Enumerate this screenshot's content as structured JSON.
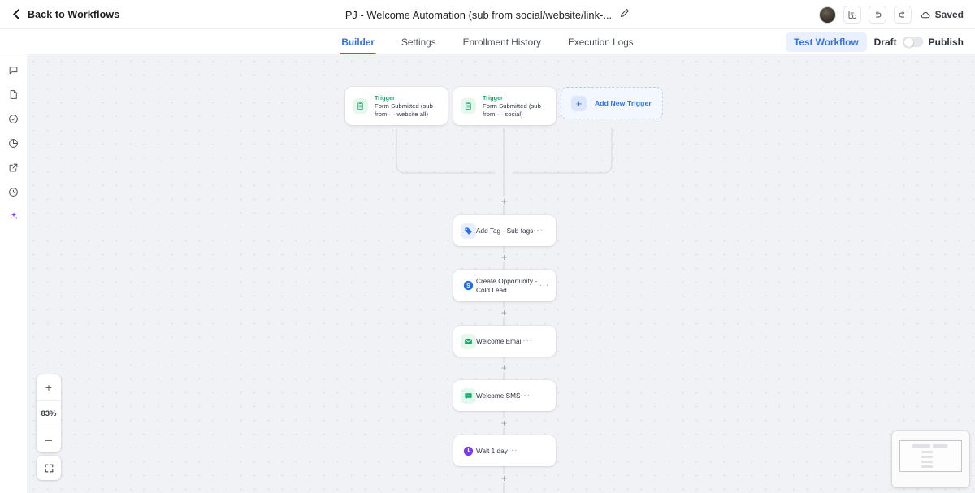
{
  "topbar": {
    "back_label": "Back to Workflows",
    "title": "PJ - Welcome Automation (sub from social/website/link-...",
    "edit_icon": "pencil-icon",
    "notes_icon": "document-notes-icon",
    "undo_icon": "undo-icon",
    "redo_icon": "redo-icon",
    "save_status": "Saved",
    "save_icon": "cloud-icon",
    "avatar": "user-avatar"
  },
  "tabs": [
    {
      "label": "Builder",
      "active": true
    },
    {
      "label": "Settings",
      "active": false
    },
    {
      "label": "Enrollment History",
      "active": false
    },
    {
      "label": "Execution Logs",
      "active": false
    }
  ],
  "actions": {
    "test_workflow": "Test Workflow",
    "draft_label": "Draft",
    "publish_label": "Publish",
    "toggle_state": "off"
  },
  "rail": [
    {
      "name": "chat-bubble-icon"
    },
    {
      "name": "file-icon"
    },
    {
      "name": "check-circle-icon"
    },
    {
      "name": "pie-chart-icon"
    },
    {
      "name": "external-link-icon"
    },
    {
      "name": "clock-history-icon"
    },
    {
      "name": "sparkle-ai-icon"
    }
  ],
  "canvas": {
    "triggers": [
      {
        "kicker": "Trigger",
        "label": "Form Submitted (sub from ··· website all)",
        "icon": "clipboard-icon"
      },
      {
        "kicker": "Trigger",
        "label": "Form Submitted (sub from ··· social)",
        "icon": "clipboard-icon"
      }
    ],
    "add_trigger": {
      "label": "Add New Trigger",
      "icon": "plus-icon"
    },
    "steps": [
      {
        "title": "Add Tag - Sub tags",
        "icon": "tag-icon",
        "menu": "···"
      },
      {
        "title": "Create Opportunity - Cold Lead",
        "icon": "dollar-circle-icon",
        "menu": "···"
      },
      {
        "title": "Welcome Email",
        "icon": "email-icon",
        "menu": "···"
      },
      {
        "title": "Welcome SMS",
        "icon": "sms-icon",
        "menu": "···"
      },
      {
        "title": "Wait 1 day",
        "icon": "clock-icon",
        "menu": "···"
      }
    ],
    "add_step_glyph": "+"
  },
  "zoom": {
    "zoom_in": "+",
    "level": "83%",
    "zoom_out": "–",
    "fit_icon": "fit-screen-icon"
  },
  "colors": {
    "accent_blue": "#2f6fed",
    "trigger_green": "#17a86b",
    "wait_violet": "#7c3aed",
    "canvas_bg": "#f1f2f5"
  }
}
